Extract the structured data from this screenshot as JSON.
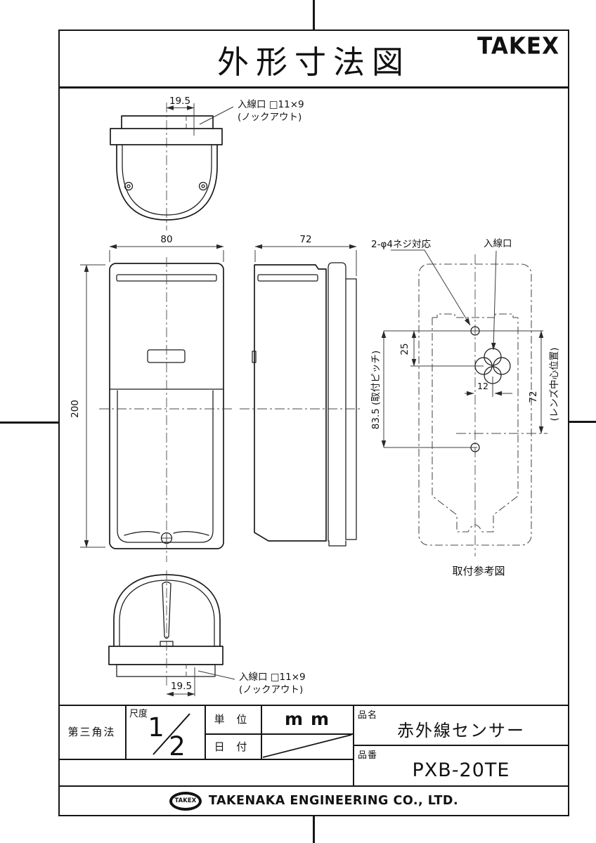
{
  "page": {
    "title": "外形寸法図",
    "brand": "TAKEX"
  },
  "views": {
    "top_view": {
      "dim_knockout_offset": "19.5",
      "callout_line1": "入線口 □11×9",
      "callout_line2": "(ノックアウト)"
    },
    "front_view": {
      "dim_width": "80",
      "dim_height": "200"
    },
    "side_view": {
      "dim_depth": "72"
    },
    "mount_view": {
      "caption": "取付参考図",
      "label_screw": "2-φ4ネジ対応",
      "label_inlet": "入線口",
      "dim_screw_to_inlet": "25",
      "dim_inlet_offset": "12",
      "dim_lens_height": "72",
      "label_lens": "(レンズ中心位置)",
      "dim_mounting_pitch": "83.5 (取付ピッチ)"
    },
    "bottom_view": {
      "dim_knockout_offset": "19.5",
      "callout_line1": "入線口 □11×9",
      "callout_line2": "(ノックアウト)"
    }
  },
  "title_block": {
    "projection": "第三角法",
    "scale_label": "尺度",
    "scale_numerator": "1",
    "scale_denominator": "2",
    "unit_label": "単 位",
    "unit_value": "mm",
    "date_label": "日 付",
    "name_label": "品名",
    "name_value": "赤外線センサー",
    "number_label": "品番",
    "number_value": "PXB-20TE"
  },
  "footer": {
    "logo_text": "TAKEX",
    "company": "TAKENAKA ENGINEERING CO., LTD."
  },
  "colors": {
    "line": "#161616",
    "background": "#ffffff"
  }
}
